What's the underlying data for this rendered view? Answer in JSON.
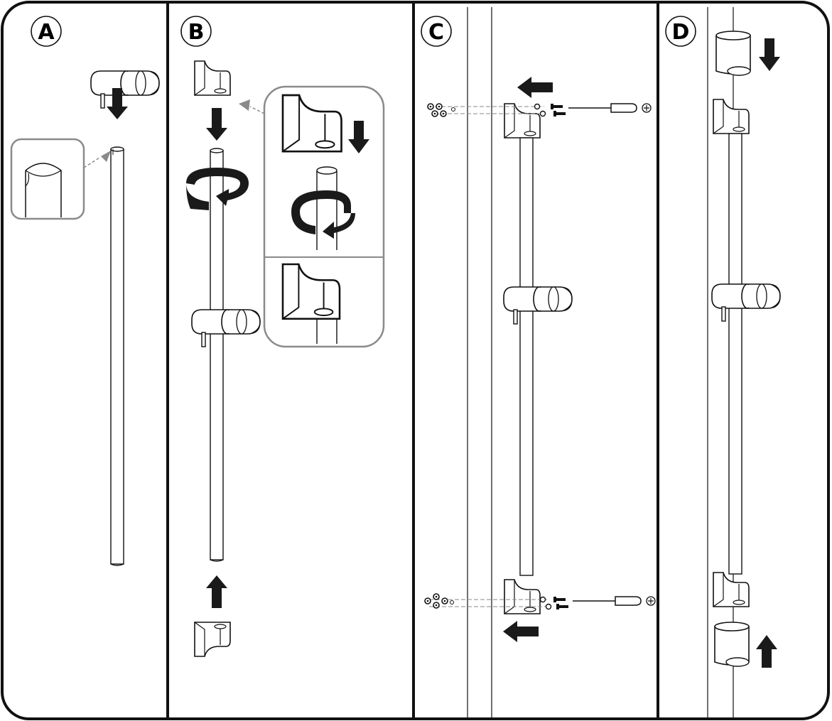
{
  "steps": [
    {
      "label": "A"
    },
    {
      "label": "B"
    },
    {
      "label": "C"
    },
    {
      "label": "D"
    }
  ],
  "colors": {
    "line": "#111111",
    "arrow": "#1a1a1a",
    "callout_border": "#8a8a8a",
    "callout_pointer": "#8a8a8a",
    "background": "#ffffff"
  },
  "icons": [
    "down-arrow-icon",
    "up-arrow-icon",
    "left-arrow-icon",
    "rotate-arrow-icon",
    "screwdriver-icon",
    "screw-icon",
    "wall-plug-icon"
  ]
}
